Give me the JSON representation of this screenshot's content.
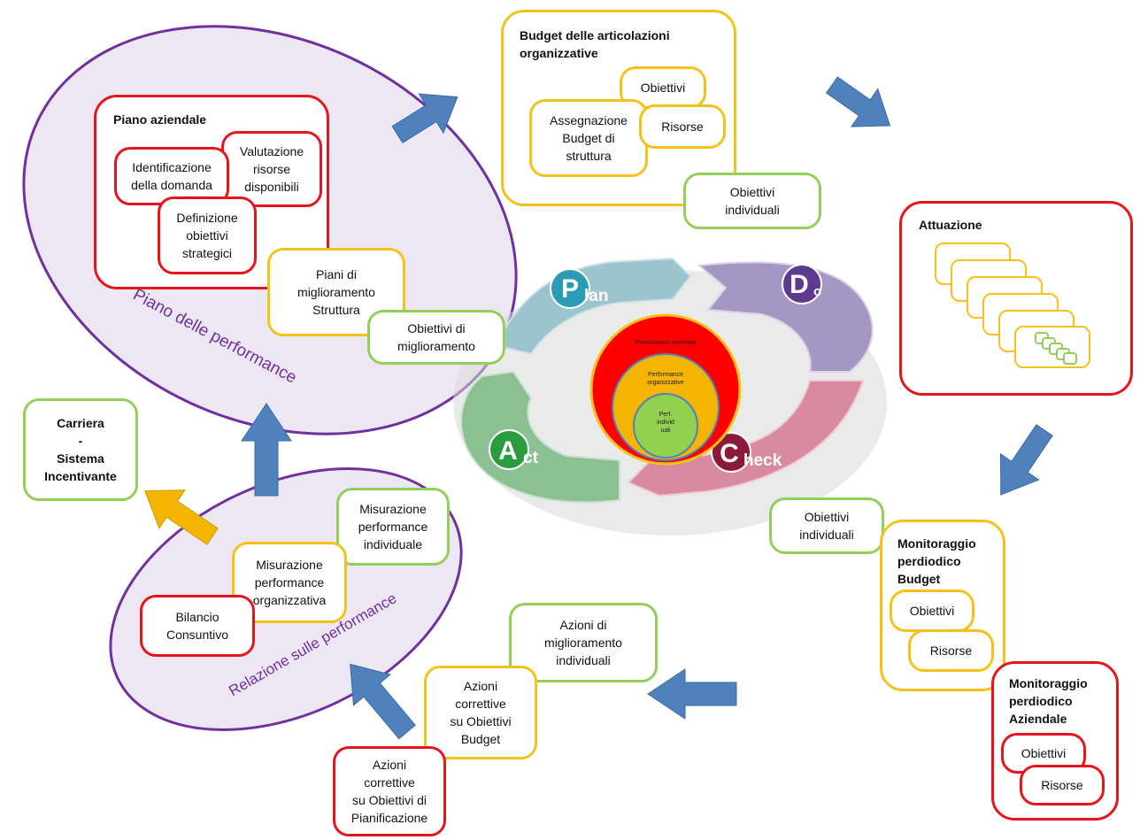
{
  "colors": {
    "red": "#e8141c",
    "yellow": "#f5c21a",
    "green": "#92cf5a",
    "purple": "#7030a0",
    "ellipse_fill": "#ede6f3",
    "arrow_blue": "#4f81bd",
    "arrow_orange": "#f5b400"
  },
  "ellipses": {
    "piano_label": "Piano delle performance",
    "relazione_label": "Relazione sulle performance"
  },
  "piano_aziendale": {
    "title": "Piano aziendale",
    "identificazione": "Identificazione\ndella domanda",
    "valutazione": "Valutazione\nrisorse\ndisponibili",
    "definizione": "Definizione\nobiettivi\nstrategici"
  },
  "piani_miglioramento": "Piani di\nmiglioramento\nStruttura",
  "obiettivi_miglioramento": "Obiettivi di\nmiglioramento",
  "budget": {
    "title": "Budget delle articolazioni\norganizzative",
    "obiettivi": "Obiettivi",
    "assegnazione": "Assegnazione\nBudget di\nstruttura",
    "risorse": "Risorse",
    "obiettivi_individuali": "Obiettivi\nindividuali"
  },
  "attuazione": {
    "title": "Attuazione"
  },
  "pdca": {
    "plan": "lan",
    "plan_letter": "P",
    "do": "D",
    "do_suffix": "o",
    "act": "ct",
    "act_letter": "A",
    "check": "heck",
    "check_letter": "C",
    "perf_aziendali": "Performance aziendali",
    "perf_organizzative": "Performance\norganizzative",
    "perf_individuali": "Perf.\nindivid\nuali"
  },
  "carriera": "Carriera\n-\nSistema\nIncentivante",
  "relazione": {
    "misurazione_individuale": "Misurazione\nperformance\nindividuale",
    "misurazione_organizzativa": "Misurazione\nperformance\norganizzativa",
    "bilancio": "Bilancio\nConsuntivo"
  },
  "monitoraggio_budget": {
    "obiettivi_individuali": "Obiettivi\nindividuali",
    "title": "Monitoraggio\nperdiodico\nBudget",
    "obiettivi": "Obiettivi",
    "risorse": "Risorse"
  },
  "monitoraggio_aziendale": {
    "title": "Monitoraggio\nperdiodico\nAziendale",
    "obiettivi": "Obiettivi",
    "risorse": "Risorse"
  },
  "azioni": {
    "miglioramento_individuali": "Azioni di\nmiglioramento\nindividuali",
    "correttive_budget": "Azioni\ncorrettive\nsu Obiettivi\nBudget",
    "correttive_pianificazione": "Azioni\ncorrettive\nsu Obiettivi di\nPianificazione"
  }
}
